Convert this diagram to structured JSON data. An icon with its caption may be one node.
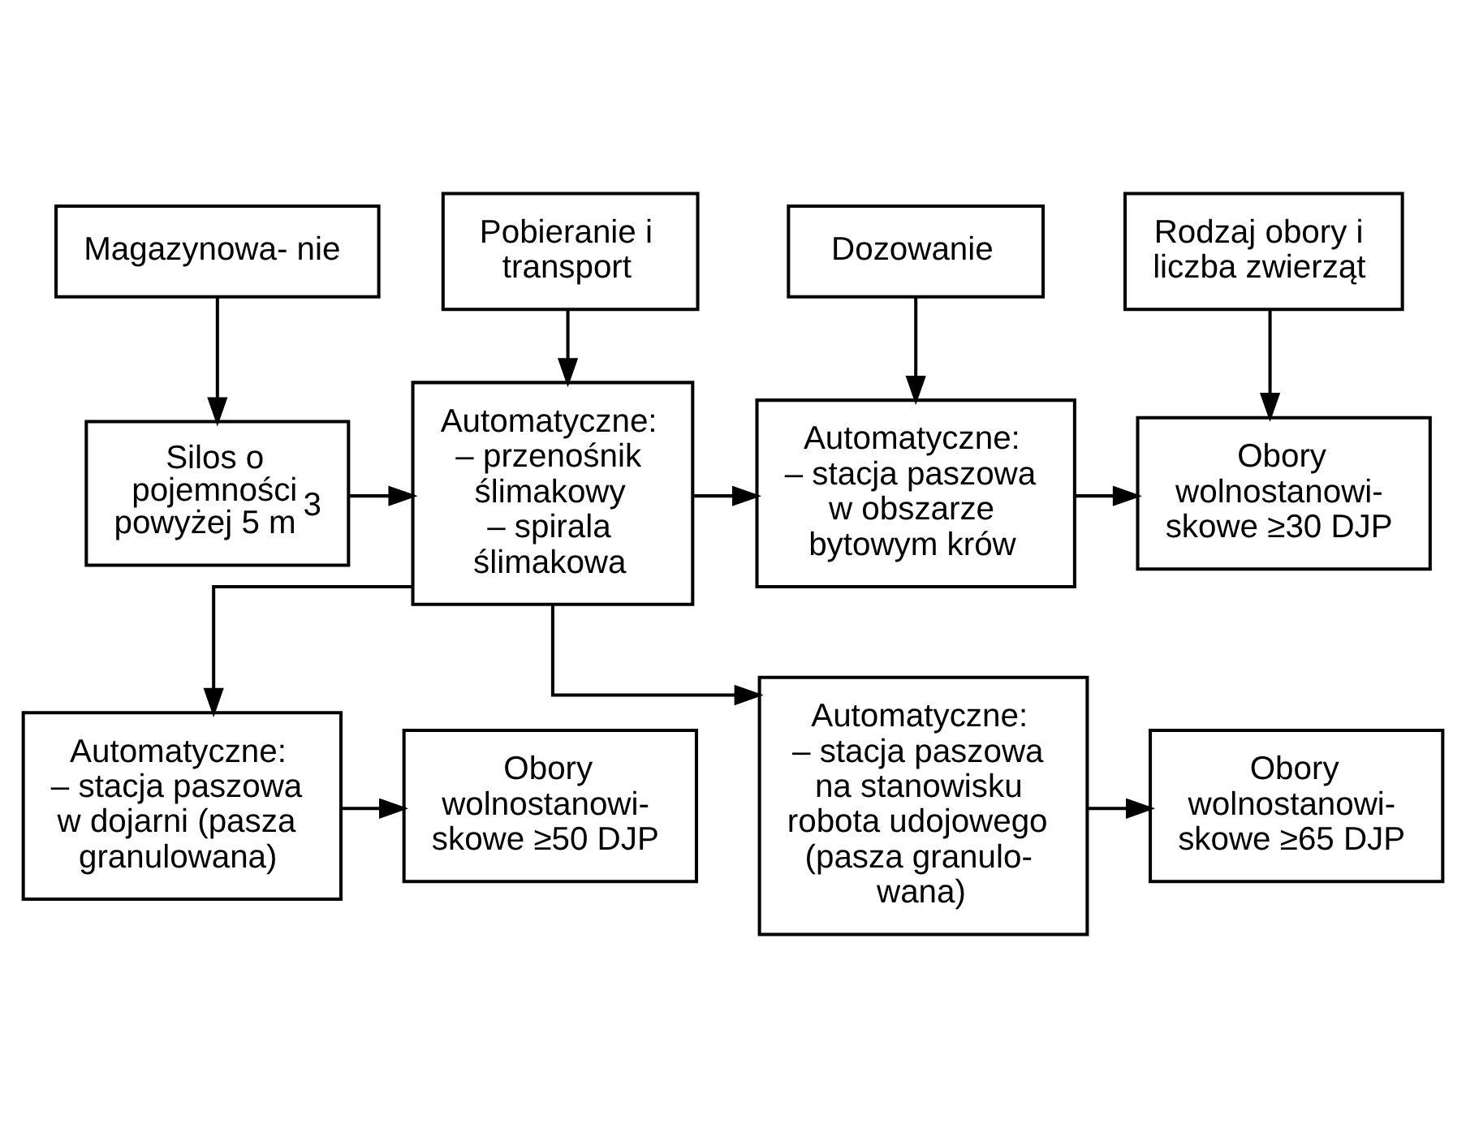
{
  "diagram": {
    "nodes": [
      {
        "text": [
          "Magazynowa- nie"
        ]
      },
      {
        "text": [
          "Pobieranie i transport"
        ]
      },
      {
        "text": [
          "Dozowanie"
        ]
      },
      {
        "text": [
          "Rodzaj obory i liczba zwierząt"
        ]
      },
      {
        "text": [
          "Silos o pojemności powyżej 5 m$^{3}$"
        ]
      },
      {
        "text": [
          "Automatyczne: – przenośnik ślimakowy – spirala ślimakowa"
        ]
      },
      {
        "text": [
          "Automatyczne: – stacja paszowa w obszarze bytowym krów"
        ]
      },
      {
        "text": [
          "Obory wolnostanowi- skowe ≥30 DJP"
        ]
      },
      {
        "text": [
          "Automatyczne: – stacja paszowa w dojarni (pasza granulowana)"
        ]
      },
      {
        "text": [
          "Obory wolnostanowi- skowe ≥50 DJP"
        ]
      },
      {
        "text": [
          "Automatyczne: – stacja paszowa na stanowisku robota udojowego (pasza granulo- wana)"
        ]
      },
      {
        "text": [
          "Obory wolnostanowi- skowe ≥65 DJP"
        ]
      }
    ],
    "edges": [
      {
        "from": 0,
        "to": 4,
        "arrow": "to"
      },
      {
        "from": 1,
        "to": 5,
        "arrow": "to"
      },
      {
        "from": 2,
        "to": 6,
        "arrow": "to"
      },
      {
        "from": 3,
        "to": 7,
        "arrow": "to"
      },
      {
        "from": 4,
        "to": 5,
        "arrow": "to"
      },
      {
        "from": 5,
        "to": 6,
        "arrow": "to"
      },
      {
        "from": 5,
        "to": 8,
        "arrow": "to"
      },
      {
        "from": 5,
        "to": 10,
        "arrow": "to"
      },
      {
        "from": 6,
        "to": 7,
        "arrow": "to"
      },
      {
        "from": 8,
        "to": 9,
        "arrow": "to"
      },
      {
        "from": 10,
        "to": 11,
        "arrow": "to"
      }
    ]
  }
}
